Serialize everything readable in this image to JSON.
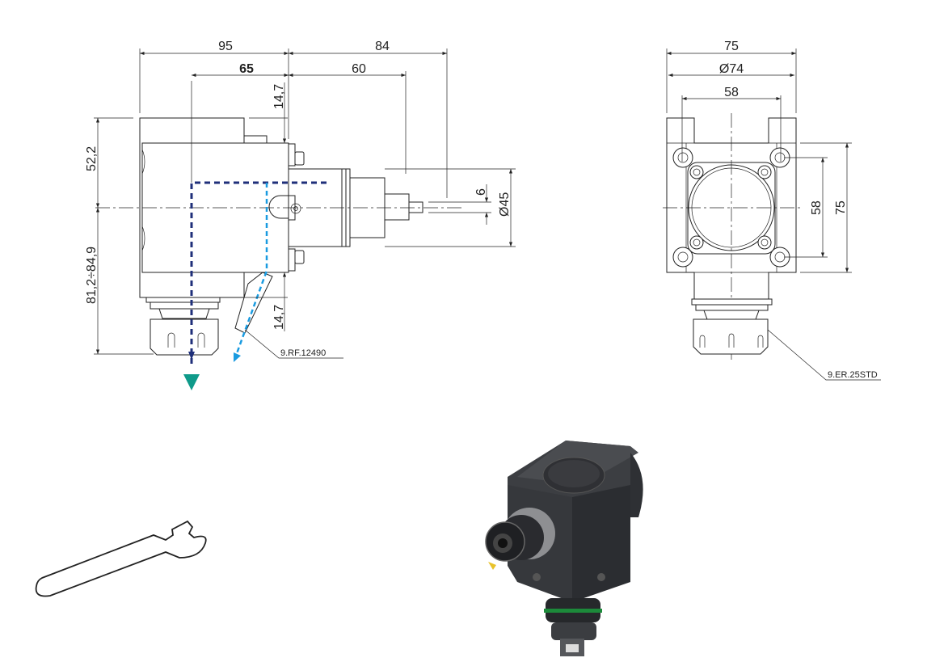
{
  "side_view": {
    "dims": {
      "width_95": "95",
      "length_84": "84",
      "offset_65": "65",
      "length_60": "60",
      "height_14_7_top": "14,7",
      "height_14_7_bottom": "14,7",
      "height_52_2": "52,2",
      "height_81_2_84_9": "81,2÷84,9",
      "dia_45": "Ø45",
      "key_6": "6"
    },
    "part_ref": "9.RF.12490",
    "colors": {
      "coolant_internal": "#1f2f7a",
      "coolant_external": "#1a9be0",
      "arrow": "#0f9a8a"
    }
  },
  "front_view": {
    "dims": {
      "width_75": "75",
      "dia_74": "Ø74",
      "bolt_58_h": "58",
      "bolt_58_v": "58",
      "height_75": "75"
    },
    "part_ref": "9.ER.25STD"
  }
}
